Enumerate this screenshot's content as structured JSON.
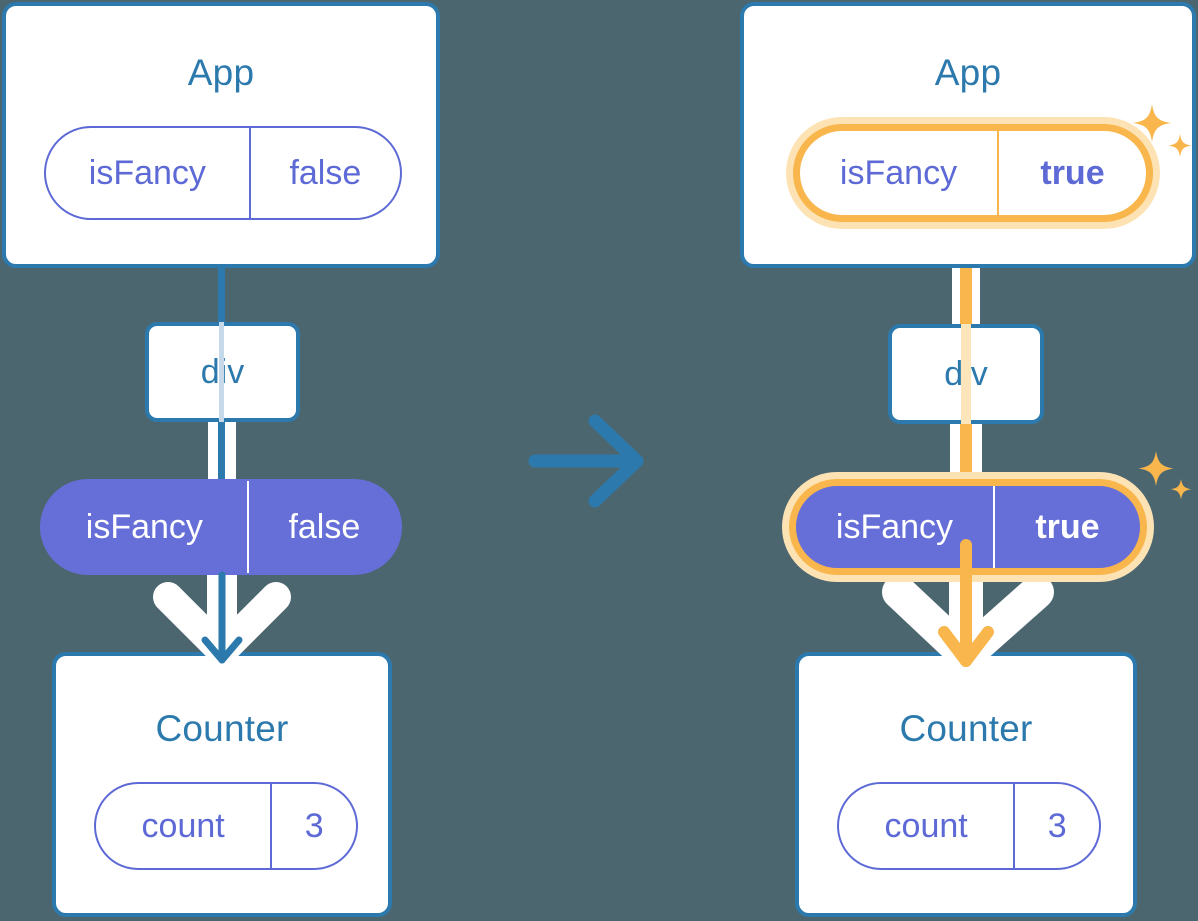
{
  "diagram": {
    "type": "react-state-propagation",
    "background_color": "#4c6670",
    "accent_blue": "#2c7aad",
    "accent_purple": "#5d6ad6",
    "accent_purple_fill": "#666ed8",
    "accent_orange": "#f8b64c",
    "accent_orange_soft": "#fde3b4",
    "transition_arrow": "arrow-right"
  },
  "left": {
    "app_card": {
      "title": "App"
    },
    "app_pill": {
      "key": "isFancy",
      "value": "false",
      "highlighted": false
    },
    "div_node": {
      "label": "div"
    },
    "props_pill": {
      "key": "isFancy",
      "value": "false",
      "highlighted": false,
      "filled": true
    },
    "counter_card": {
      "title": "Counter"
    },
    "counter_pill": {
      "key": "count",
      "value": "3",
      "highlighted": false
    }
  },
  "right": {
    "app_card": {
      "title": "App"
    },
    "app_pill": {
      "key": "isFancy",
      "value": "true",
      "highlighted": true
    },
    "div_node": {
      "label": "div"
    },
    "props_pill": {
      "key": "isFancy",
      "value": "true",
      "highlighted": true,
      "filled": true
    },
    "counter_card": {
      "title": "Counter"
    },
    "counter_pill": {
      "key": "count",
      "value": "3",
      "highlighted": false
    },
    "sparkles": [
      "sparkle-large",
      "sparkle-small",
      "sparkle-large",
      "sparkle-small"
    ]
  }
}
